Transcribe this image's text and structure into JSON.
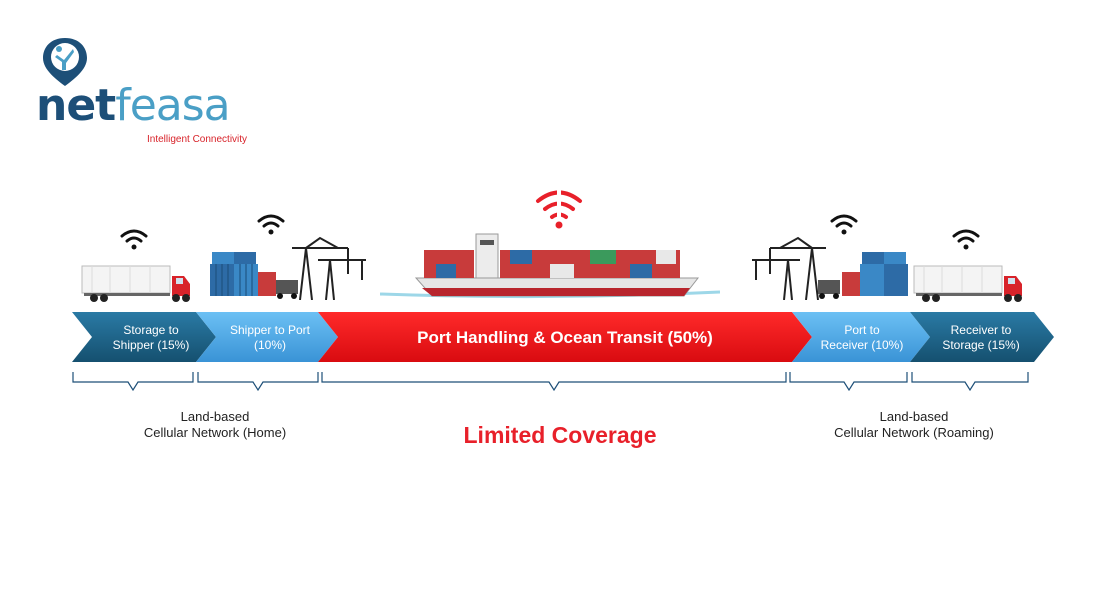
{
  "logo": {
    "word_dark": "net",
    "word_light": "feasa",
    "tagline": "Intelligent Connectivity"
  },
  "colors": {
    "dark_blue": "#1d6289",
    "light_blue": "#4ba6e8",
    "red": "#f2141a",
    "limited_text": "#e8202a"
  },
  "stages": [
    {
      "line1": "Storage to",
      "line2": "Shipper (15%)"
    },
    {
      "line1": "Shipper to Port",
      "line2": "(10%)"
    },
    {
      "line1": "Port Handling & Ocean Transit (50%)"
    },
    {
      "line1": "Port to",
      "line2": "Receiver (10%)"
    },
    {
      "line1": "Receiver to",
      "line2": "Storage (15%)"
    }
  ],
  "network_labels": {
    "home": {
      "line1": "Land-based",
      "line2": "Cellular Network (Home)"
    },
    "limited": "Limited Coverage",
    "roaming": {
      "line1": "Land-based",
      "line2": "Cellular Network (Roaming)"
    }
  },
  "icons": [
    "location-pin-person-icon",
    "wifi-icon",
    "truck-icon",
    "container-crane-icon",
    "container-ship-icon"
  ]
}
